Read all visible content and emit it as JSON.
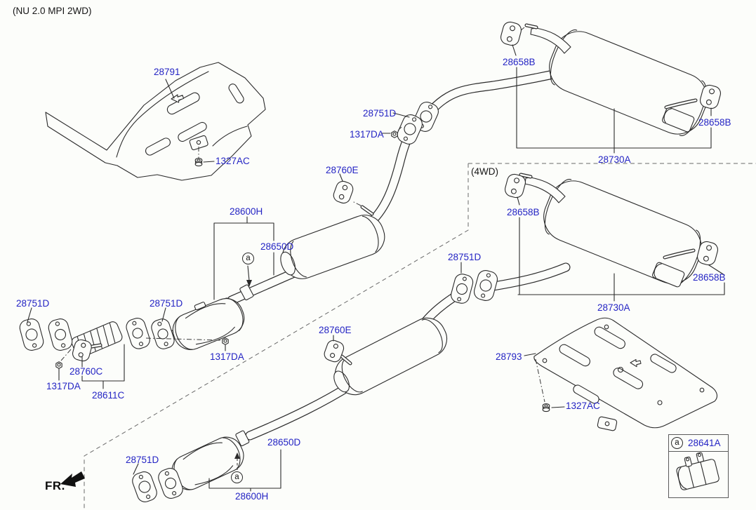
{
  "diagram": {
    "title": "(NU 2.0 MPI 2WD)",
    "variant_label": "(4WD)",
    "fr_label": "FR.",
    "marker_letter": "a",
    "legend": {
      "marker": "a",
      "part_no": "28641A"
    },
    "colors": {
      "label_blue": "#2424c4",
      "line": "#2b2b2b",
      "background": "#fcfdfa"
    },
    "parts": {
      "28791": "28791",
      "1327AC": "1327AC",
      "28658B": "28658B",
      "28730A": "28730A",
      "28751D": "28751D",
      "1317DA": "1317DA",
      "28760E": "28760E",
      "28600H": "28600H",
      "28650D": "28650D",
      "28760C": "28760C",
      "28611C": "28611C",
      "28793": "28793",
      "28641A": "28641A"
    }
  }
}
